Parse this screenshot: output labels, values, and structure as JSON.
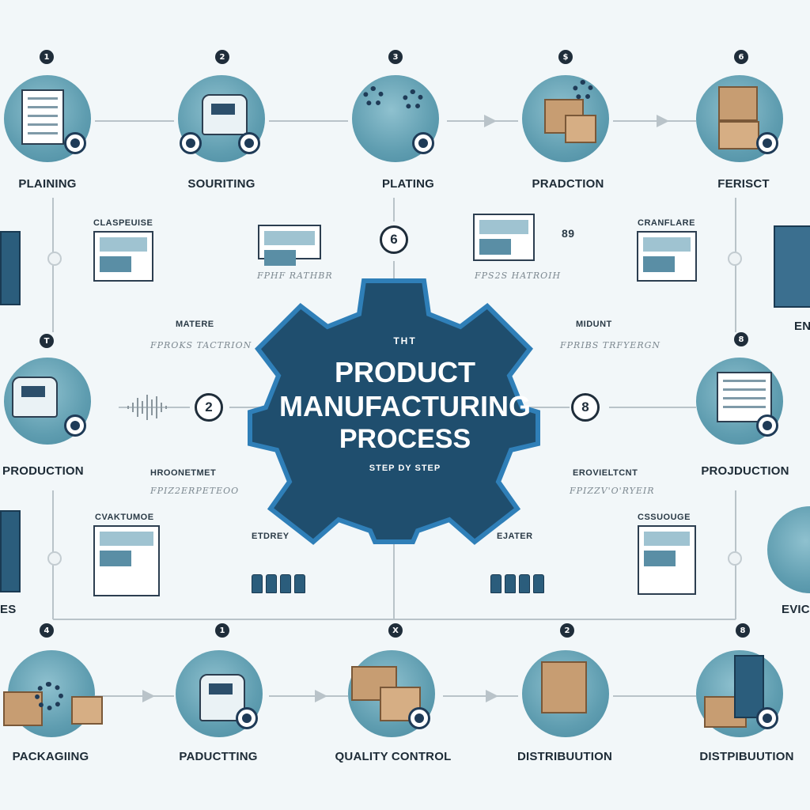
{
  "center": {
    "kicker": "THT",
    "title_line1": "PRODUCT",
    "title_line2": "MANUFACTURING",
    "title_line3": "PROCESS",
    "subtitle": "STEP DY STEP"
  },
  "top_row": [
    {
      "num": "1",
      "label": "PLAINING"
    },
    {
      "num": "2",
      "label": "SOURITING"
    },
    {
      "num": "3",
      "label": "PLATING"
    },
    {
      "num": "$",
      "label": "PRADCTION"
    },
    {
      "num": "6",
      "label": "FERISCT"
    }
  ],
  "middle": {
    "left_label": "PRODUCTION",
    "right_label": "PROJDUCTION",
    "right_edge_top": "EN",
    "right_edge_bottom": "EVIC",
    "left_edge_bottom": "ES",
    "left_step_num": "T",
    "right_step_num": "8",
    "circle_left": "2",
    "circle_right": "8",
    "circle_top": "6"
  },
  "inner_text": {
    "cl_head": "CLASPEUISE",
    "cl_sub": "FPHF RATHBR",
    "ccr_head": "CRANFLARE",
    "cr_sub": "FPS2S HATROIH",
    "cr_num": "89",
    "mat_head": "MATERE",
    "mat_sub": "FPROKS TACTRION",
    "min_head": "MIDUNT",
    "min_sub": "FPRIBS TRFYERGN",
    "hro_head": "HROONETMET",
    "hro_sub": "FPIZ2ERPETEOO",
    "env_head": "EROVIELTCNT",
    "env_sub": "FPIZZV'O'RYEIR",
    "cva_head": "CVAKTUMOE",
    "etd_head": "ETDREY",
    "eja_head": "EJATER",
    "cs_head": "CSSUOUGE"
  },
  "bottom_row": [
    {
      "num": "4",
      "label": "PACKAGIING"
    },
    {
      "num": "1",
      "label": "PADUCTTING"
    },
    {
      "num": "X",
      "label": "QUALITY CONTROL"
    },
    {
      "num": "2",
      "label": "DISTRIBUUTION"
    },
    {
      "num": "8",
      "label": "DISTPIBUUTION"
    }
  ],
  "colors": {
    "gear": "#1f4e6e",
    "gear_border": "#2f7fb8",
    "disc": "#5f9db0",
    "background": "#f2f7f9",
    "text": "#1d2b36"
  }
}
